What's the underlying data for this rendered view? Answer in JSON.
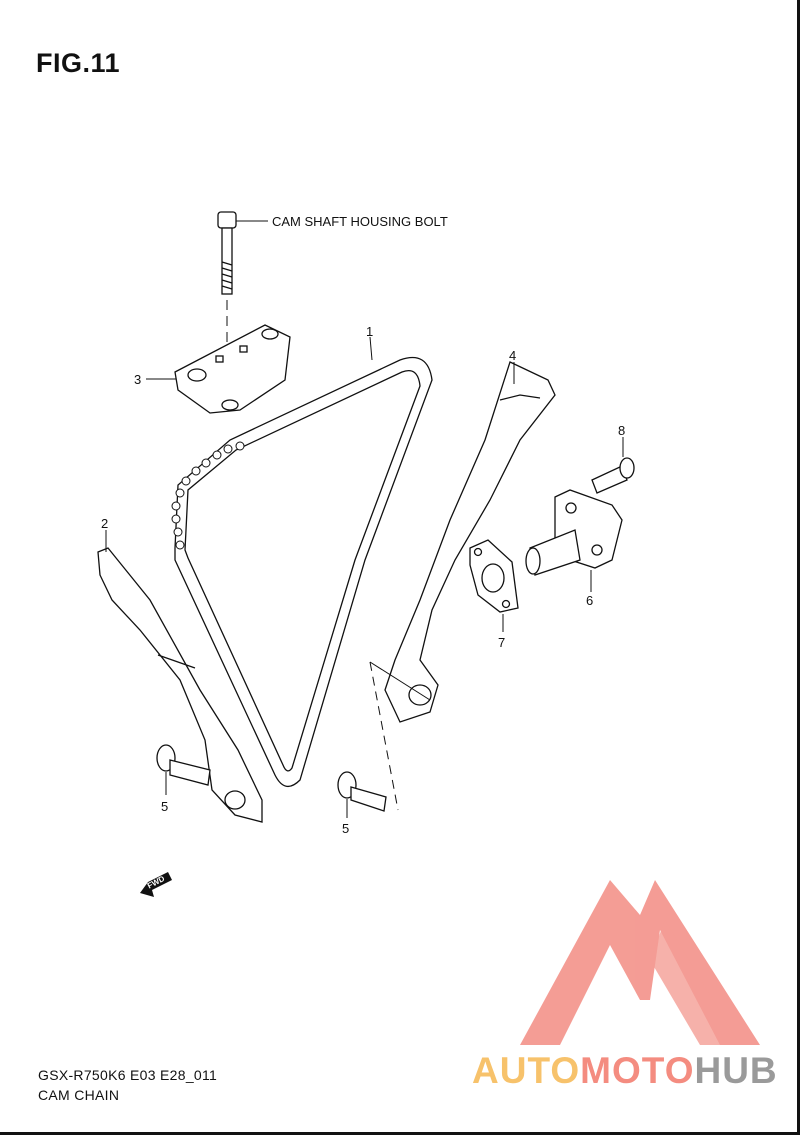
{
  "figure": {
    "title": "FIG.11",
    "model_code": "GSX-R750K6 E03 E28_011",
    "group_name": "CAM CHAIN"
  },
  "callouts": {
    "cam_shaft_housing_bolt": "CAM SHAFT HOUSING BOLT",
    "part_1": "1",
    "part_2": "2",
    "part_3": "3",
    "part_4": "4",
    "part_5a": "5",
    "part_5b": "5",
    "part_6": "6",
    "part_7": "7",
    "part_8": "8",
    "fwd": "FWD"
  },
  "watermark": {
    "part1": "AUTO",
    "part2": "MOTO",
    "part3": "HUB",
    "colors": {
      "auto": "#f7c26b",
      "moto": "#f48c80",
      "hub": "#9a9a9a",
      "triangle": "#f3928a"
    }
  }
}
